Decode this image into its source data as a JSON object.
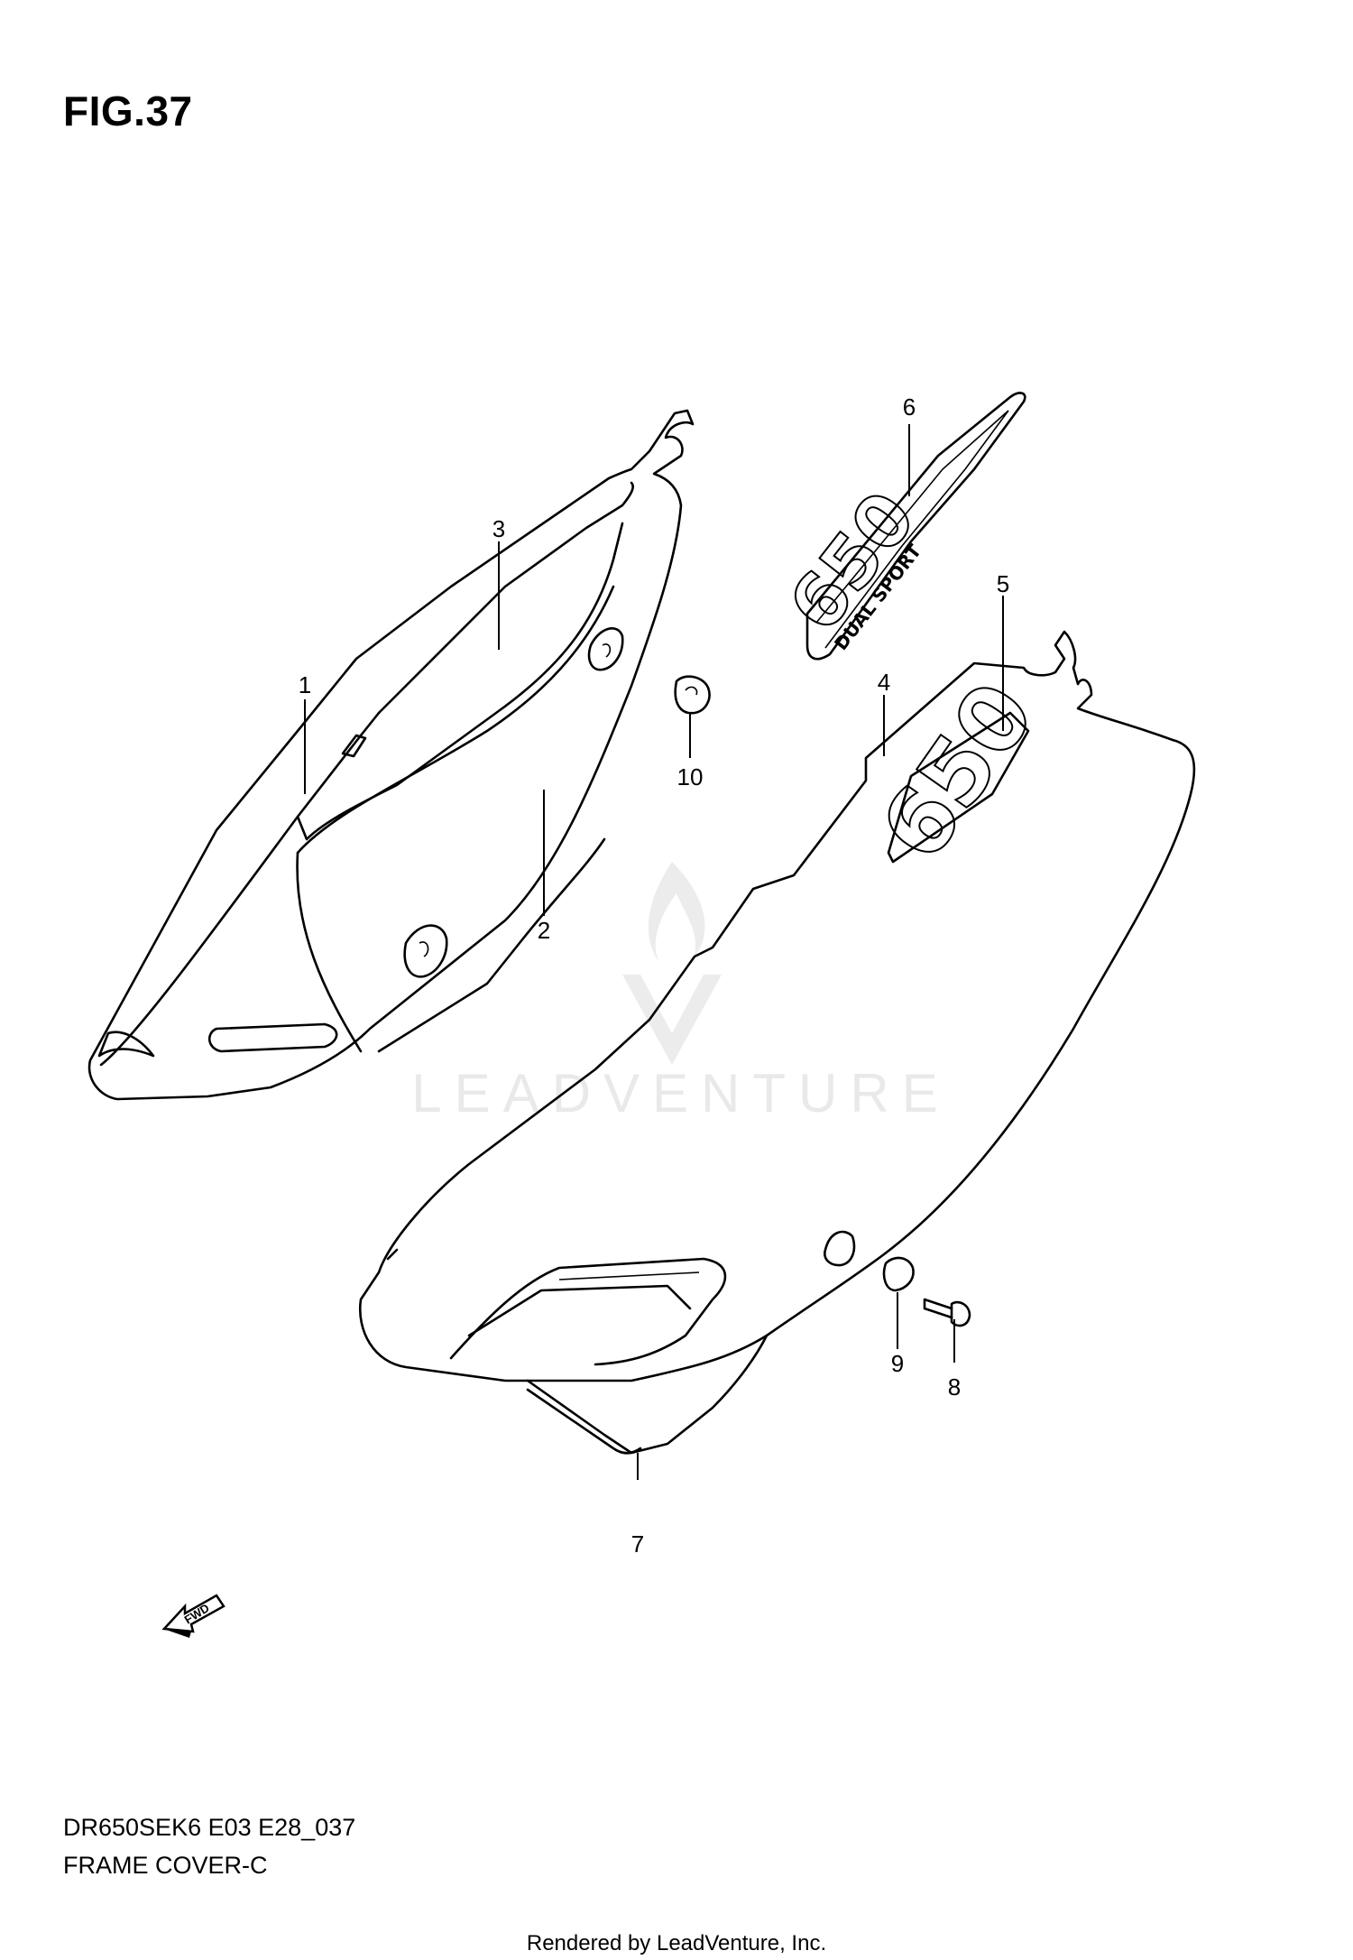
{
  "figure": {
    "title": "FIG.37",
    "model_code": "DR650SEK6 E03 E28_037",
    "section_name": "FRAME COVER-C"
  },
  "callouts": [
    "1",
    "2",
    "3",
    "4",
    "5",
    "6",
    "7",
    "8",
    "9",
    "10"
  ],
  "badges": {
    "badge_5_text": "650",
    "badge_6_text": "650",
    "badge_6_subtext": "DUAL SPORT"
  },
  "direction_arrow": {
    "label": "FWD",
    "icon": "fwd-arrow-icon"
  },
  "watermark": {
    "text": "LEADVENTURE",
    "icon": "flame-logo-icon"
  },
  "footer": {
    "text": "Rendered by LeadVenture, Inc."
  }
}
